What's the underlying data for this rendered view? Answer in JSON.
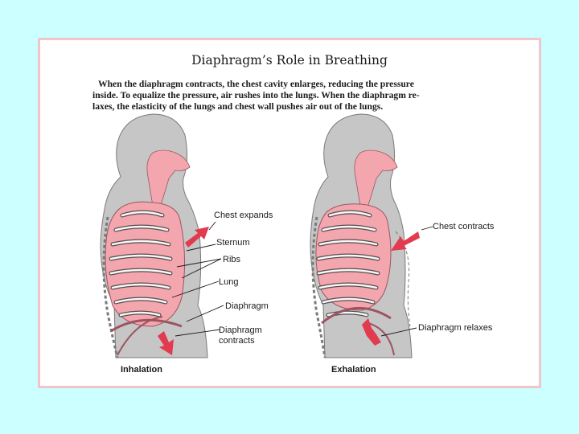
{
  "title": "Diaphragm’s Role in Breathing",
  "description_lines": [
    "When the diaphragm contracts, the chest cavity enlarges, reducing the pressure",
    "inside. To equalize the pressure, air rushes into the lungs.  When the diaphragm re-",
    "laxes, the elasticity of the lungs and chest wall pushes air out of the lungs."
  ],
  "inhalation": {
    "caption": "Inhalation",
    "labels": {
      "chest_expands": "Chest expands",
      "sternum": "Sternum",
      "ribs": "Ribs",
      "lung": "Lung",
      "diaphragm": "Diaphragm",
      "diaphragm_contracts_1": "Diaphragm",
      "diaphragm_contracts_2": "contracts"
    }
  },
  "exhalation": {
    "caption": "Exhalation",
    "labels": {
      "chest_contracts": "Chest contracts",
      "diaphragm_relaxes": "Diaphragm relaxes"
    }
  },
  "colors": {
    "background": "#ccffff",
    "frame_border": "#f2c4cc",
    "body_gray": "#c6c6c6",
    "lung_pink": "#f4a6ae",
    "arrow_red": "#e23a4e"
  }
}
